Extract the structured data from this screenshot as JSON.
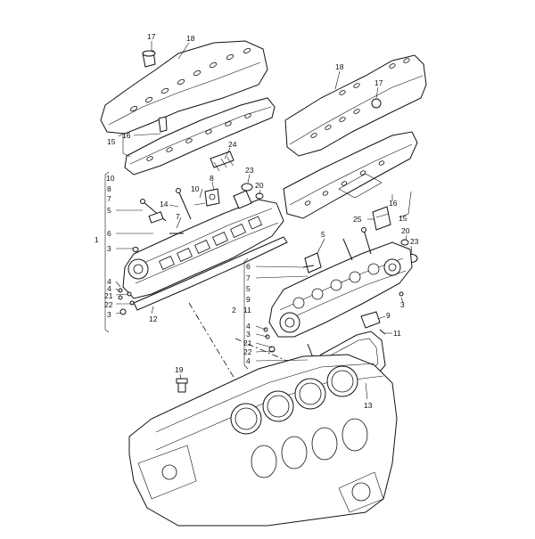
{
  "diagram": {
    "callouts": [
      {
        "id": "c17a",
        "text": "17"
      },
      {
        "id": "c18a",
        "text": "18"
      },
      {
        "id": "c16a",
        "text": "16"
      },
      {
        "id": "c15a",
        "text": "15"
      },
      {
        "id": "c24",
        "text": "24"
      },
      {
        "id": "c10a",
        "text": "10"
      },
      {
        "id": "c8a",
        "text": "8"
      },
      {
        "id": "c7a",
        "text": "7"
      },
      {
        "id": "c5a",
        "text": "5"
      },
      {
        "id": "c14a",
        "text": "14"
      },
      {
        "id": "c10b",
        "text": "10"
      },
      {
        "id": "c8b",
        "text": "8"
      },
      {
        "id": "c23a",
        "text": "23"
      },
      {
        "id": "c20a",
        "text": "20"
      },
      {
        "id": "c7b",
        "text": "7"
      },
      {
        "id": "c6a",
        "text": "6"
      },
      {
        "id": "c1",
        "text": "1"
      },
      {
        "id": "c3a",
        "text": "3"
      },
      {
        "id": "c4a",
        "text": "4"
      },
      {
        "id": "c4b",
        "text": "4"
      },
      {
        "id": "c21a",
        "text": "21"
      },
      {
        "id": "c22a",
        "text": "22"
      },
      {
        "id": "c3b",
        "text": "3"
      },
      {
        "id": "c12",
        "text": "12"
      },
      {
        "id": "c18b",
        "text": "18"
      },
      {
        "id": "c17b",
        "text": "17"
      },
      {
        "id": "c16b",
        "text": "16"
      },
      {
        "id": "c15b",
        "text": "15"
      },
      {
        "id": "c25",
        "text": "25"
      },
      {
        "id": "c20b",
        "text": "20"
      },
      {
        "id": "c23b",
        "text": "23"
      },
      {
        "id": "c5b",
        "text": "5"
      },
      {
        "id": "c6b",
        "text": "6"
      },
      {
        "id": "c7c",
        "text": "7"
      },
      {
        "id": "c5c",
        "text": "5"
      },
      {
        "id": "c9a",
        "text": "9"
      },
      {
        "id": "c2",
        "text": "2"
      },
      {
        "id": "c11a",
        "text": "11"
      },
      {
        "id": "c3c",
        "text": "3"
      },
      {
        "id": "c9b",
        "text": "9"
      },
      {
        "id": "c4c",
        "text": "4"
      },
      {
        "id": "c3d",
        "text": "3"
      },
      {
        "id": "c21b",
        "text": "21"
      },
      {
        "id": "c22b",
        "text": "22"
      },
      {
        "id": "c4d",
        "text": "4"
      },
      {
        "id": "c11b",
        "text": "11"
      },
      {
        "id": "c13",
        "text": "13"
      },
      {
        "id": "c19",
        "text": "19"
      }
    ]
  }
}
